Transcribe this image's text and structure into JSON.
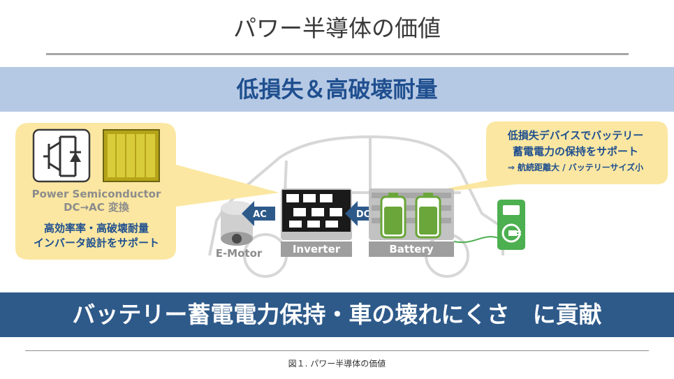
{
  "title": "パワー半導体の価値",
  "band_top": "低損失＆高破壊耐量",
  "left_callout": {
    "component_label_line1": "Power Semiconductor",
    "component_label_line2": "DC→AC 変換",
    "benefit_line1": "高効率率・高破壊耐量",
    "benefit_line2": "インバータ設計をサポート"
  },
  "right_callout": {
    "line1": "低損失デバイスでバッテリー",
    "line2": "蓄電電力の保持をサポート",
    "line3": "⇒ 航続距離大 / バッテリーサイズ小"
  },
  "labels": {
    "ac": "AC",
    "dc": "DC",
    "inverter": "Inverter",
    "battery": "Battery",
    "emotor": "E-Motor"
  },
  "icons": [
    "igbt-symbol-icon",
    "chip-die-icon",
    "charger-plug-icon",
    "battery-icon"
  ],
  "band_bottom": "バッテリー蓄電電力保持・車の壊れにくさ　に貢献",
  "caption": "図１. パワー半導体の価値",
  "colors": {
    "band_top_bg": "#b6c9e4",
    "band_top_text": "#1f4f8f",
    "band_bottom_bg": "#2e5a8a",
    "callout_bg": "#fbe7a1",
    "battery_green": "#6aa639",
    "charger_green": "#4caf50",
    "arrow_blue": "#2e5a8a"
  }
}
